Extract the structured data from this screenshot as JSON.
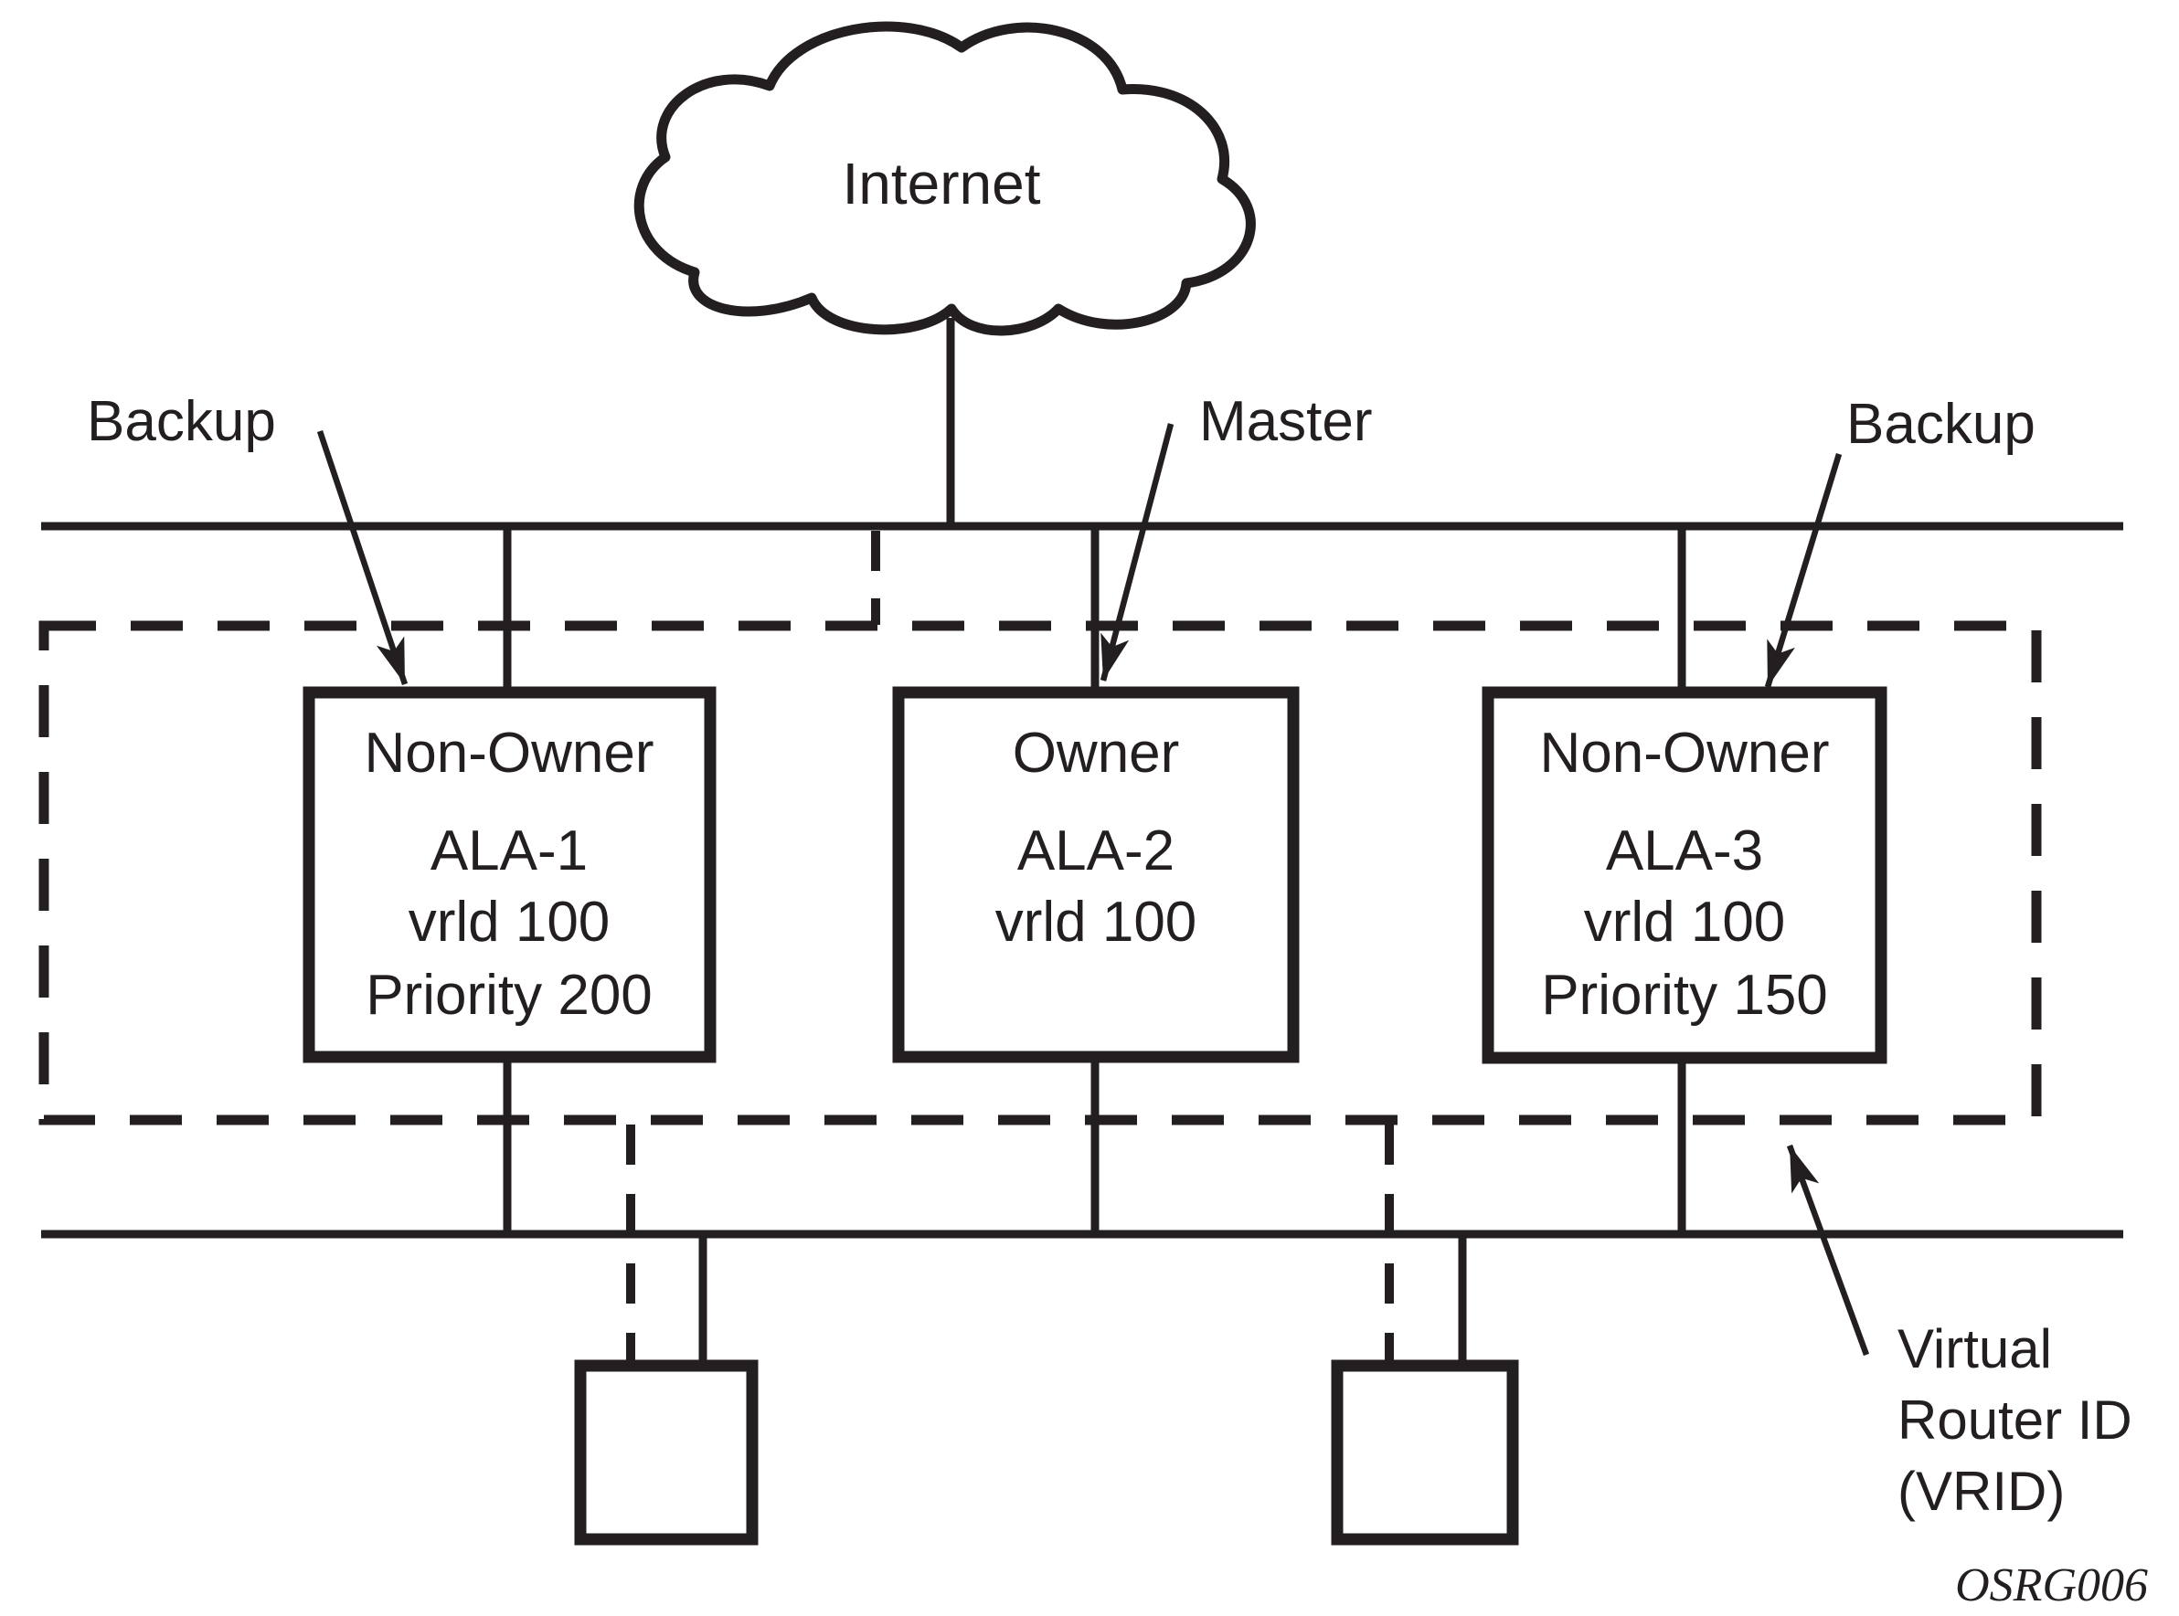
{
  "figure": {
    "internet_label": "Internet",
    "callouts": {
      "backup_left": "Backup",
      "master": "Master",
      "backup_right": "Backup"
    },
    "routers": [
      {
        "role": "Non-Owner",
        "name": "ALA-1",
        "vrid_line": "vrld 100",
        "priority_line": "Priority 200"
      },
      {
        "role": "Owner",
        "name": "ALA-2",
        "vrid_line": "vrld 100"
      },
      {
        "role": "Non-Owner",
        "name": "ALA-3",
        "vrid_line": "vrld 100",
        "priority_line": "Priority 150"
      }
    ],
    "vrid_callout": {
      "line1": "Virtual",
      "line2": "Router ID",
      "line3": "(VRID)"
    },
    "figure_code": "OSRG006",
    "colors": {
      "ink": "#231f20",
      "background": "#ffffff"
    }
  }
}
